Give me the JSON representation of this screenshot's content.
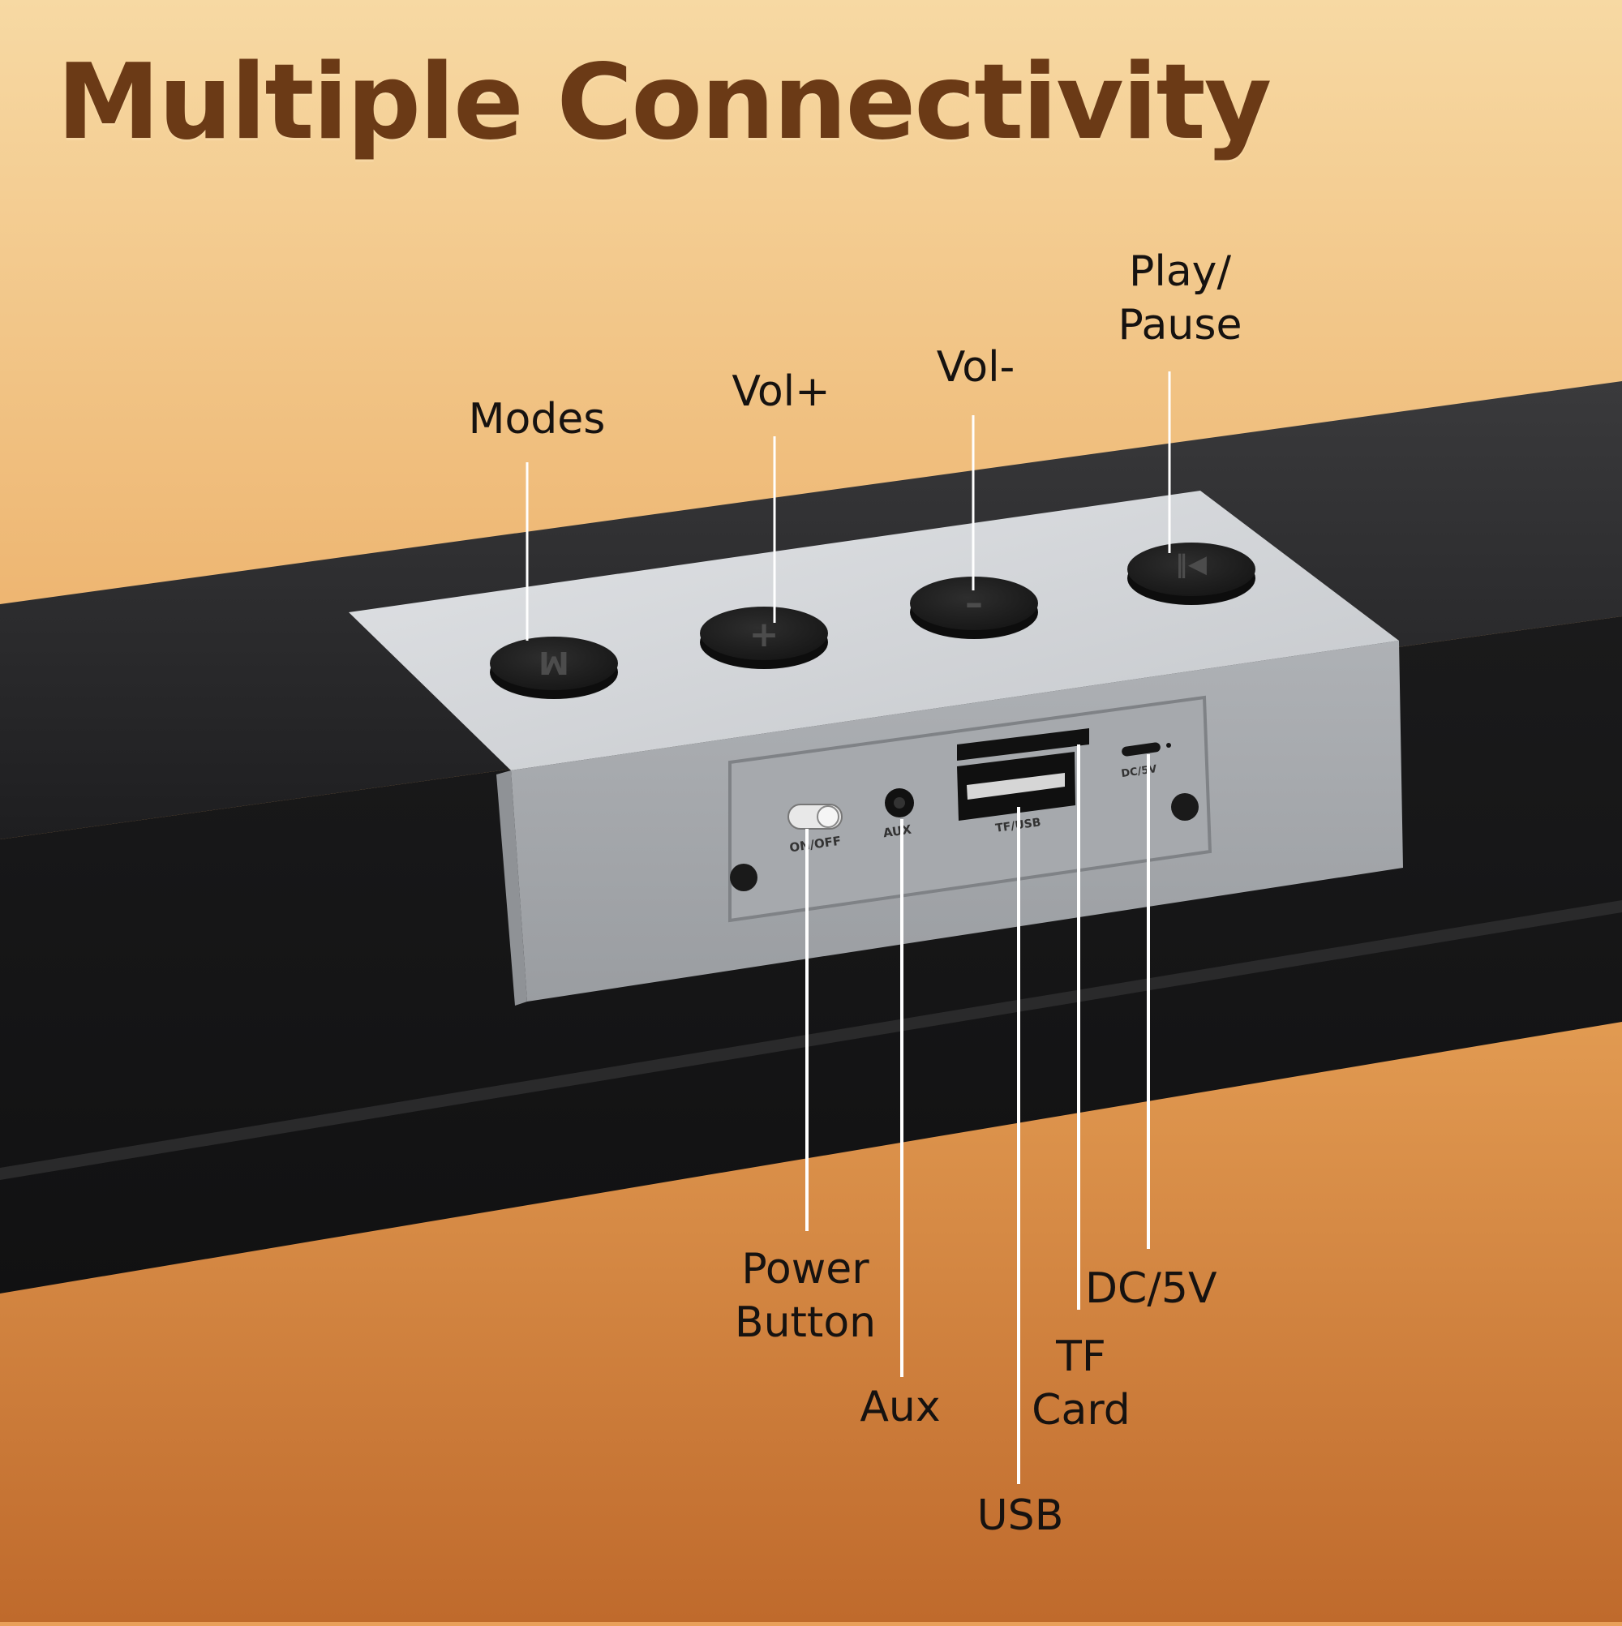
{
  "title": "Multiple Connectivity",
  "top_labels": {
    "modes": "Modes",
    "vol_plus": "Vol+",
    "vol_minus": "Vol-",
    "play_pause_line1": "Play/",
    "play_pause_line2": "Pause"
  },
  "bottom_labels": {
    "power_line1": "Power",
    "power_line2": "Button",
    "aux": "Aux",
    "usb": "USB",
    "tf_line1": "TF",
    "tf_line2": "Card",
    "dc": "DC/5V"
  },
  "panel_print": {
    "switch": "ON/OFF",
    "aux": "AUX",
    "tf_usb": "TF/USB",
    "dc": "DC/5V"
  },
  "button_glyphs": {
    "modes": "M",
    "vol_plus": "+",
    "vol_minus": "–",
    "play_pause": "▶‖"
  },
  "colors": {
    "title": "#6b3a16",
    "soundbar": "#1c1c1c",
    "bracket": "#b9bcc0"
  }
}
